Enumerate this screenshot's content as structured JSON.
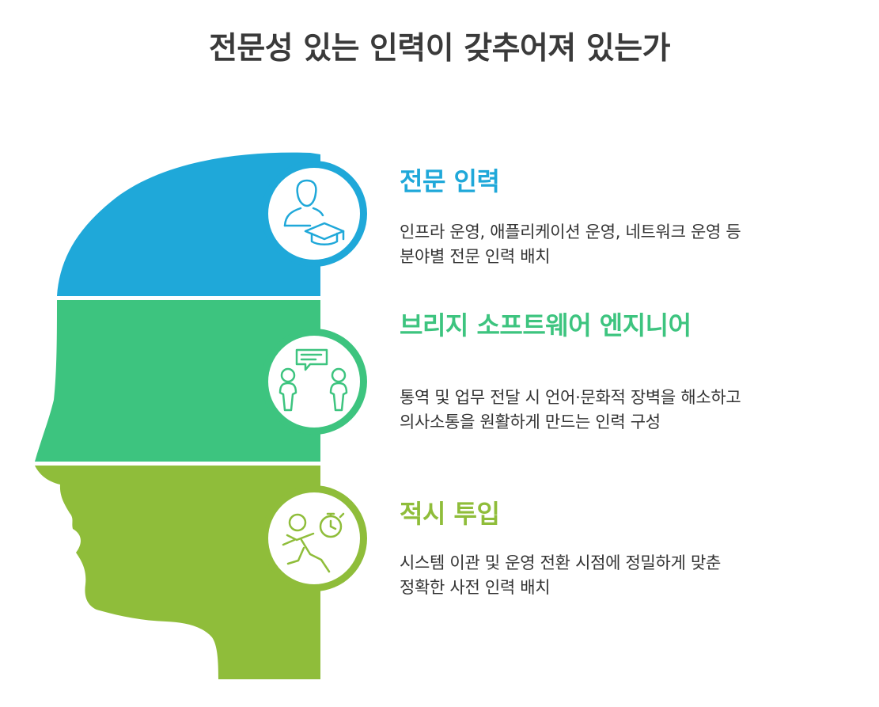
{
  "title": "전문성 있는 인력이 갖추어져 있는가",
  "colors": {
    "blue": "#1fa8d9",
    "green": "#3dc47f",
    "olive": "#8fbd3a",
    "text": "#333333",
    "title": "#3a3a3a"
  },
  "sections": [
    {
      "heading": "전문 인력",
      "text": "인프라 운영, 애플리케이션 운영, 네트워크 운영 등\n분야별 전문 인력 배치",
      "icon": "graduate-person-icon",
      "color": "#1fa8d9"
    },
    {
      "heading": "브리지 소프트웨어 엔지니어",
      "text": "통역 및 업무 전달 시 언어·문화적 장벽을 해소하고\n의사소통을 원활하게 만드는 인력 구성",
      "icon": "two-people-speech-icon",
      "color": "#3dc47f"
    },
    {
      "heading": "적시 투입",
      "text": "시스템 이관 및 운영 전환 시점에 정밀하게 맞춘\n정확한 사전 인력 배치",
      "icon": "running-person-stopwatch-icon",
      "color": "#8fbd3a"
    }
  ]
}
